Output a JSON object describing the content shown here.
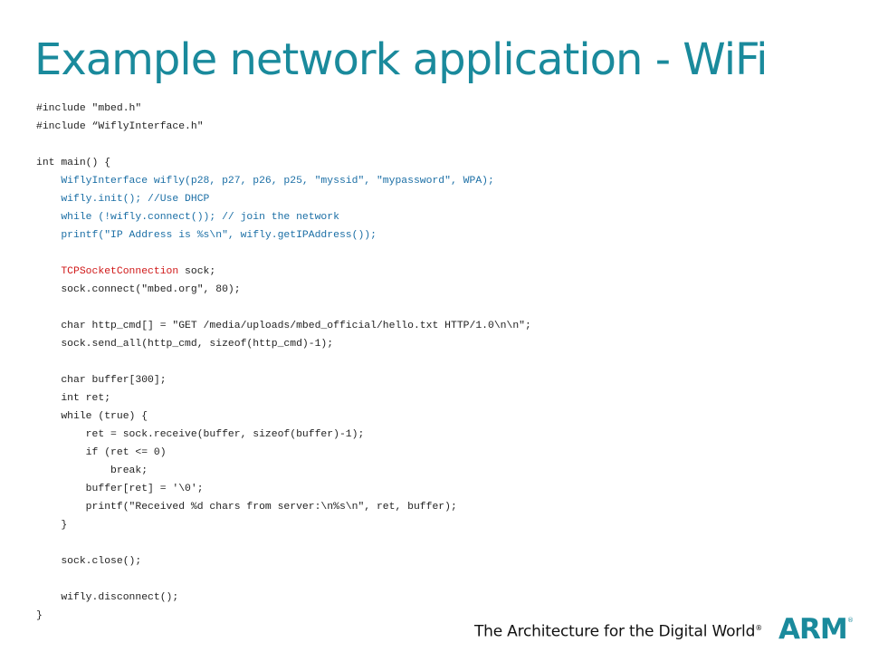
{
  "slide": {
    "title": "Example network application - WiFi",
    "code_lines": [
      [
        {
          "t": "#include \"mbed.h\"",
          "c": "normal"
        }
      ],
      [
        {
          "t": "#include “WiflyInterface.h\"",
          "c": "normal"
        }
      ],
      [
        {
          "t": "",
          "c": "normal"
        }
      ],
      [
        {
          "t": "int main() {",
          "c": "normal"
        }
      ],
      [
        {
          "t": "    WiflyInterface wifly(p28, p27, p26, p25, \"myssid\", \"mypassword\", WPA);",
          "c": "blue"
        }
      ],
      [
        {
          "t": "    wifly.init(); //Use DHCP",
          "c": "blue"
        }
      ],
      [
        {
          "t": "    while (!wifly.connect()); // join the network",
          "c": "blue"
        }
      ],
      [
        {
          "t": "    printf(\"IP Address is %s\\n\", wifly.getIPAddress());",
          "c": "blue"
        }
      ],
      [
        {
          "t": "",
          "c": "normal"
        }
      ],
      [
        {
          "t": "    ",
          "c": "normal"
        },
        {
          "t": "TCPSocketConnection",
          "c": "red"
        },
        {
          "t": " sock;",
          "c": "normal"
        }
      ],
      [
        {
          "t": "    sock.connect(\"mbed.org\", 80);",
          "c": "normal"
        }
      ],
      [
        {
          "t": "",
          "c": "normal"
        }
      ],
      [
        {
          "t": "    char http_cmd[] = \"GET /media/uploads/mbed_official/hello.txt HTTP/1.0\\n\\n\";",
          "c": "normal"
        }
      ],
      [
        {
          "t": "    sock.send_all(http_cmd, sizeof(http_cmd)-1);",
          "c": "normal"
        }
      ],
      [
        {
          "t": "",
          "c": "normal"
        }
      ],
      [
        {
          "t": "    char buffer[300];",
          "c": "normal"
        }
      ],
      [
        {
          "t": "    int ret;",
          "c": "normal"
        }
      ],
      [
        {
          "t": "    while (true) {",
          "c": "normal"
        }
      ],
      [
        {
          "t": "        ret = sock.receive(buffer, sizeof(buffer)-1);",
          "c": "normal"
        }
      ],
      [
        {
          "t": "        if (ret <= 0)",
          "c": "normal"
        }
      ],
      [
        {
          "t": "            break;",
          "c": "normal"
        }
      ],
      [
        {
          "t": "        buffer[ret] = '\\0';",
          "c": "normal"
        }
      ],
      [
        {
          "t": "        printf(\"Received %d chars from server:\\n%s\\n\", ret, buffer);",
          "c": "normal"
        }
      ],
      [
        {
          "t": "    }",
          "c": "normal"
        }
      ],
      [
        {
          "t": "",
          "c": "normal"
        }
      ],
      [
        {
          "t": "    sock.close();",
          "c": "normal"
        }
      ],
      [
        {
          "t": "",
          "c": "normal"
        }
      ],
      [
        {
          "t": "    wifly.disconnect();",
          "c": "normal"
        }
      ],
      [
        {
          "t": "}",
          "c": "normal"
        }
      ]
    ]
  },
  "footer": {
    "tagline": "The Architecture for the Digital World",
    "tagline_mark": "®",
    "logo_text": "ARM",
    "logo_mark": "®",
    "logo_color": "#1a8a9c"
  },
  "colors": {
    "title": "#1a8a9c",
    "code_blue": "#1a6ea5",
    "code_red": "#d01818",
    "code_normal": "#222222"
  }
}
